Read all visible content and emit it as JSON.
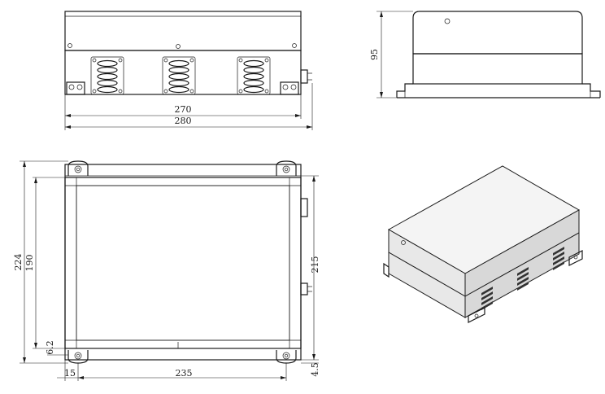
{
  "front_view": {
    "dim_inner": "270",
    "dim_outer": "280"
  },
  "side_view": {
    "dim_height": "95"
  },
  "top_view": {
    "dim_height_outer": "224",
    "dim_height_inner": "190",
    "dim_height_right": "215",
    "dim_bottom_offset": "6.2",
    "dim_left_offset": "15",
    "dim_width": "235",
    "dim_right_offset": "4.5"
  }
}
